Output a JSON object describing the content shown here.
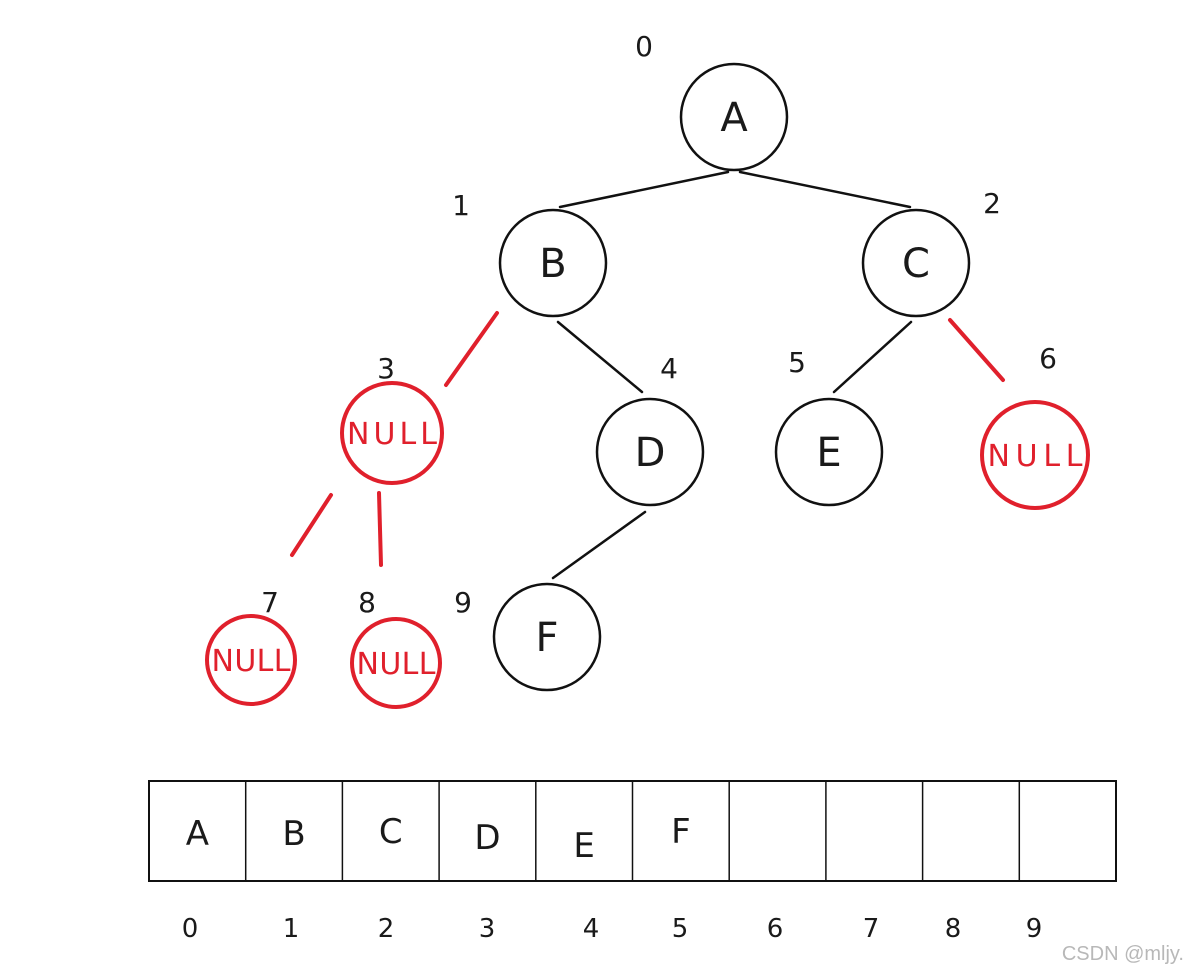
{
  "tree": {
    "nodes": [
      {
        "id": "A",
        "label": "A",
        "index": "0",
        "kind": "value"
      },
      {
        "id": "B",
        "label": "B",
        "index": "1",
        "kind": "value"
      },
      {
        "id": "C",
        "label": "C",
        "index": "2",
        "kind": "value"
      },
      {
        "id": "N3",
        "label": "NULL",
        "index": "3",
        "kind": "null"
      },
      {
        "id": "D",
        "label": "D",
        "index": "4",
        "kind": "value"
      },
      {
        "id": "E",
        "label": "E",
        "index": "5",
        "kind": "value"
      },
      {
        "id": "N6",
        "label": "NULL",
        "index": "6",
        "kind": "null"
      },
      {
        "id": "N7",
        "label": "NULL",
        "index": "7",
        "kind": "null"
      },
      {
        "id": "N8",
        "label": "NULL",
        "index": "8",
        "kind": "null"
      },
      {
        "id": "F",
        "label": "F",
        "index": "9",
        "kind": "value"
      }
    ],
    "edges": [
      {
        "from": "A",
        "to": "B",
        "kind": "value"
      },
      {
        "from": "A",
        "to": "C",
        "kind": "value"
      },
      {
        "from": "B",
        "to": "N3",
        "kind": "null"
      },
      {
        "from": "B",
        "to": "D",
        "kind": "value"
      },
      {
        "from": "C",
        "to": "E",
        "kind": "value"
      },
      {
        "from": "C",
        "to": "N6",
        "kind": "null"
      },
      {
        "from": "N3",
        "to": "N7",
        "kind": "null"
      },
      {
        "from": "N3",
        "to": "N8",
        "kind": "null"
      },
      {
        "from": "D",
        "to": "F",
        "kind": "value"
      }
    ]
  },
  "array": {
    "cells": [
      "A",
      "B",
      "C",
      "D",
      "E",
      "F",
      "",
      "",
      "",
      ""
    ],
    "indices": [
      "0",
      "1",
      "2",
      "3",
      "4",
      "5",
      "6",
      "7",
      "8",
      "9"
    ]
  },
  "colors": {
    "stroke": "#111111",
    "null": "#e0202c"
  },
  "watermark": "CSDN @mljy."
}
